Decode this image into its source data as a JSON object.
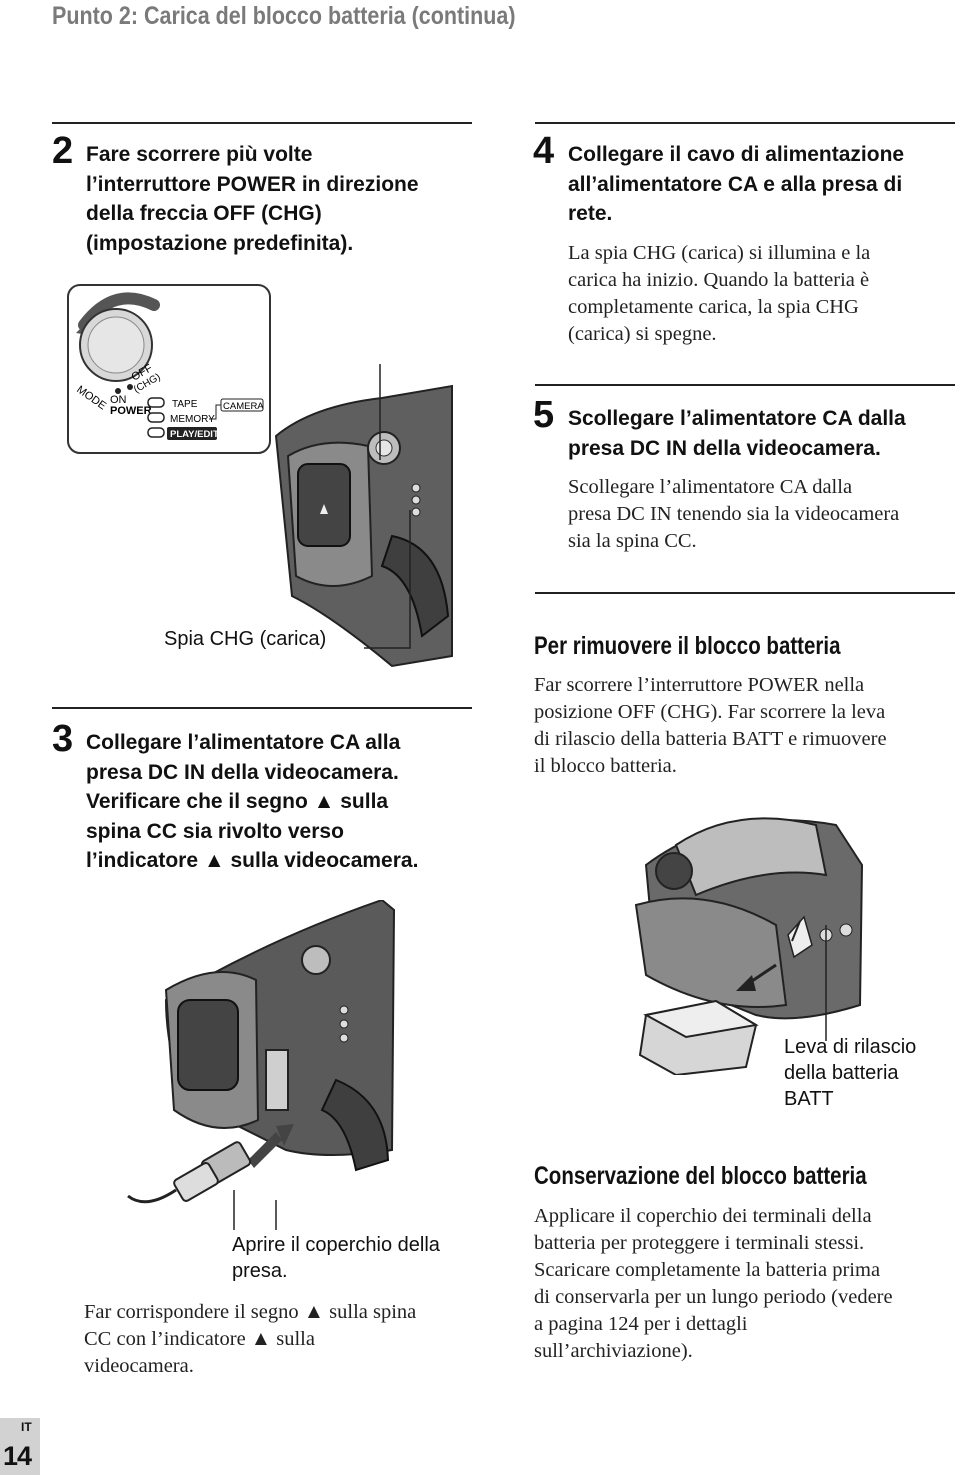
{
  "header": {
    "title": "Punto 2: Carica del blocco batteria (continua)"
  },
  "steps": [
    {
      "number": "2",
      "text": [
        "Fare scorrere più volte",
        "l’interruttore POWER in direzione",
        "della freccia OFF (CHG)",
        "(impostazione predefinita)."
      ]
    },
    {
      "number": "3",
      "text": [
        "Collegare l’alimentatore CA alla",
        "presa DC IN della videocamera.",
        "Verificare che il segno ▲ sulla",
        "spina CC sia rivolto verso",
        "l’indicatore ▲ sulla videocamera."
      ]
    },
    {
      "number": "4",
      "text": [
        "Collegare il cavo di alimentazione",
        "all’alimentatore CA e alla presa di",
        "rete."
      ],
      "body": [
        "La spia CHG (carica) si illumina e la",
        "carica ha inizio. Quando la batteria è",
        "completamente carica, la spia CHG",
        "(carica) si spegne."
      ]
    },
    {
      "number": "5",
      "text": [
        "Scollegare l’alimentatore CA dalla",
        "presa DC IN della videocamera."
      ],
      "body": [
        "Scollegare l’alimentatore CA dalla",
        "presa DC IN tenendo sia la videocamera",
        "sia la spina CC."
      ]
    }
  ],
  "switch_diagram": {
    "labels": {
      "mode": "MODE",
      "on": "ON",
      "off": "OFF",
      "chg": "(CHG)",
      "power": "POWER",
      "tape": "TAPE",
      "memory": "MEMORY",
      "camera": "CAMERA",
      "play_edit": "PLAY/EDIT"
    }
  },
  "captions": {
    "chg_lamp": "Spia CHG (carica)",
    "open_cover": [
      "Aprire il coperchio della",
      "presa."
    ],
    "match_mark": [
      "Far corrispondere il segno ▲ sulla spina",
      "CC con l’indicatore ▲ sulla",
      "videocamera."
    ],
    "batt_release": [
      "Leva di rilascio",
      "della batteria",
      "BATT"
    ]
  },
  "remove_battery": {
    "heading": "Per rimuovere il blocco batteria",
    "body": [
      "Far scorrere l’interruttore POWER nella",
      "posizione OFF (CHG). Far scorrere la leva",
      "di rilascio della batteria BATT e rimuovere",
      "il blocco batteria."
    ]
  },
  "store_battery": {
    "heading": "Conservazione del blocco batteria",
    "body": [
      "Applicare il coperchio dei terminali della",
      "batteria per proteggere i terminali stessi.",
      "Scaricare completamente la batteria prima",
      "di conservarla per un lungo periodo (vedere",
      "a pagina 124 per i dettagli",
      "sull’archiviazione)."
    ]
  },
  "page_tab": {
    "language": "IT",
    "page_number": "14"
  }
}
